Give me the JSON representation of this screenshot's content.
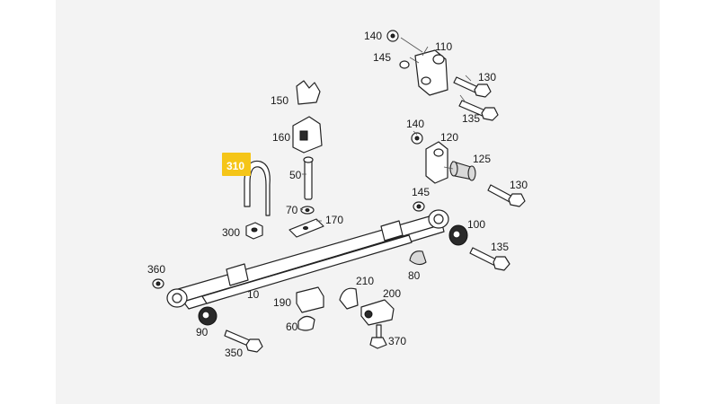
{
  "colors": {
    "background": "#f3f3f3",
    "highlight": "#f5c518"
  },
  "highlight_label": "310",
  "labels": {
    "p140a": "140",
    "p110": "110",
    "p145a": "145",
    "p130a": "130",
    "p135a": "135",
    "p150": "150",
    "p160": "160",
    "p140b": "140",
    "p120": "120",
    "p125": "125",
    "p50": "50",
    "p130b": "130",
    "p145b": "145",
    "p70": "70",
    "p170": "170",
    "p300": "300",
    "p100": "100",
    "p135b": "135",
    "p360": "360",
    "p80": "80",
    "p210": "210",
    "p10": "10",
    "p190": "190",
    "p200": "200",
    "p60": "60",
    "p90": "90",
    "p370": "370",
    "p350": "350"
  }
}
